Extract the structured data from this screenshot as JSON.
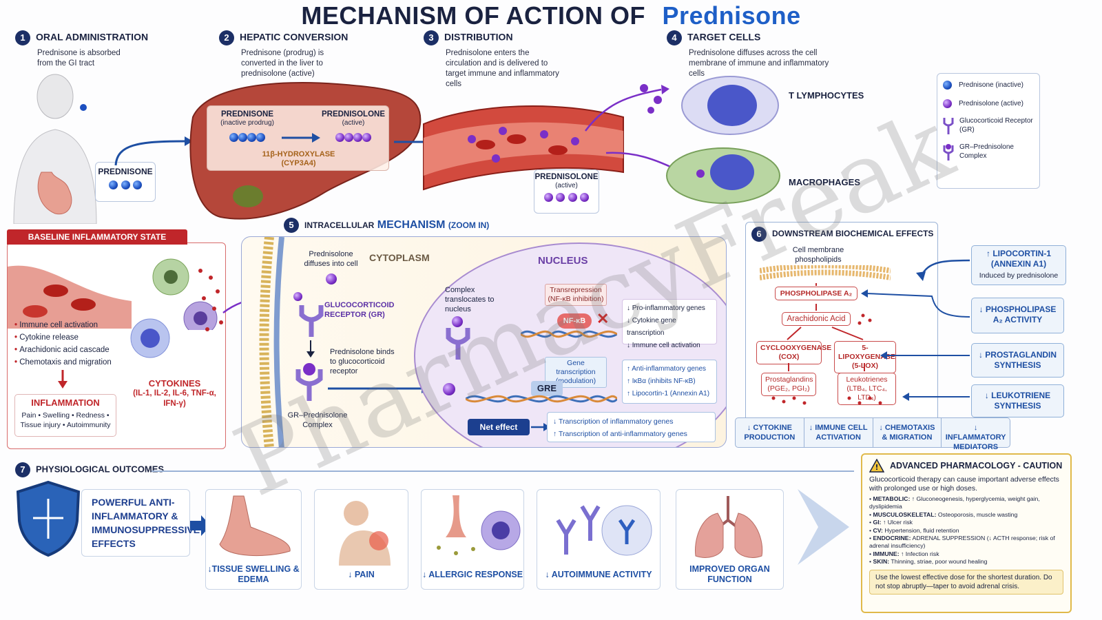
{
  "title": {
    "prefix": "MECHANISM OF ACTION OF",
    "drug": "Prednisone"
  },
  "watermark": "PharmacyFreak",
  "steps": {
    "s1": {
      "num": "1",
      "title": "ORAL ADMINISTRATION",
      "desc": "Prednisone is absorbed from the GI tract",
      "label": "PREDNISONE"
    },
    "s2": {
      "num": "2",
      "title": "HEPATIC CONVERSION",
      "desc": "Prednisone (prodrug) is converted in the liver to prednisolone (active)",
      "in_label": "PREDNISONE",
      "in_sub": "(inactive prodrug)",
      "out_label": "PREDNISOLONE",
      "out_sub": "(active)",
      "enzyme": "11β-HYDROXYLASE",
      "enzyme_sub": "(CYP3A4)"
    },
    "s3": {
      "num": "3",
      "title": "DISTRIBUTION",
      "desc": "Prednisolone enters the circulation and is delivered to target immune and inflammatory cells",
      "label": "PREDNISOLONE",
      "sub": "(active)"
    },
    "s4": {
      "num": "4",
      "title": "TARGET CELLS",
      "desc": "Prednisolone diffuses across the cell membrane of immune and inflammatory cells",
      "cell1": "T LYMPHOCYTES",
      "cell2": "MACROPHAGES"
    }
  },
  "legend": [
    {
      "icon": "blue-dot",
      "label": "Prednisone (inactive)"
    },
    {
      "icon": "purple-dot",
      "label": "Prednisolone (active)"
    },
    {
      "icon": "receptor",
      "label": "Glucocorticoid Receptor (GR)"
    },
    {
      "icon": "complex",
      "label": "GR–Prednisolone Complex"
    }
  ],
  "baseline": {
    "title": "BASELINE INFLAMMATORY STATE",
    "items": [
      "Immune cell activation",
      "Cytokine release",
      "Arachidonic acid cascade",
      "Chemotaxis and migration"
    ],
    "cytokines_title": "CYTOKINES",
    "cytokines": "(IL-1, IL-2, IL-6, TNF-α, IFN-γ)",
    "inflammation": "INFLAMMATION",
    "inflammation_desc": "Pain • Swelling • Redness • Tissue injury • Autoimmunity"
  },
  "intracellular": {
    "num": "5",
    "title_a": "INTRACELLULAR",
    "title_b": "MECHANISM",
    "title_c": "(ZOOM IN)",
    "cytoplasm": "CYTOPLASM",
    "nucleus": "NUCLEUS",
    "diffuses": "Prednisolone diffuses into cell",
    "gr": "GLUCOCORTICOID RECEPTOR (GR)",
    "binds": "Prednisolone binds to glucocorticoid receptor",
    "complex": "GR–Prednisolone Complex",
    "translocates": "Complex translocates to nucleus",
    "transrepression": "Transrepression",
    "transrepression_sub": "(NF-κB inhibition)",
    "nfkb": "NF-κB",
    "repress": [
      "↓ Pro-inflammatory genes",
      "↓ Cytokine gene transcription",
      "↓ Immune cell activation"
    ],
    "gene_tx": "Gene transcription",
    "gene_tx_sub": "(modulation)",
    "gre": "GRE",
    "activate": [
      "↑ Anti-inflammatory genes",
      "↑ IκBα (inhibits NF-κB)",
      "↑ Lipocortin-1 (Annexin A1)"
    ],
    "net_effect": "Net effect",
    "net": [
      "↓ Transcription of inflammatory genes",
      "↑ Transcription of anti-inflammatory genes"
    ]
  },
  "downstream": {
    "num": "6",
    "title": "DOWNSTREAM BIOCHEMICAL EFFECTS",
    "membrane": "Cell membrane phospholipids",
    "pla2": "PHOSPHOLIPASE A₂",
    "aa": "Arachidonic Acid",
    "cox": "CYCLOOXYGENASE",
    "cox_sub": "(COX)",
    "lox": "5-LIPOXYGENASE",
    "lox_sub": "(5-LOX)",
    "pg": "Prostaglandins",
    "pg_sub": "(PGE₂, PGI₂)",
    "lt": "Leukotrienes",
    "lt_sub": "(LTB₄, LTC₄, LTD₄)",
    "side": [
      {
        "main": "↑ LIPOCORTIN-1 (ANNEXIN A1)",
        "sub": "Induced by prednisolone"
      },
      {
        "main": "↓ PHOSPHOLIPASE A₂ ACTIVITY",
        "sub": ""
      },
      {
        "main": "↓ PROSTAGLANDIN SYNTHESIS",
        "sub": ""
      },
      {
        "main": "↓ LEUKOTRIENE SYNTHESIS",
        "sub": ""
      }
    ],
    "bottom": [
      "↓ CYTOKINE PRODUCTION",
      "↓ IMMUNE CELL ACTIVATION",
      "↓ CHEMOTAXIS & MIGRATION",
      "↓ INFLAMMATORY MEDIATORS"
    ]
  },
  "outcomes": {
    "num": "7",
    "title": "PHYSIOLOGICAL OUTCOMES",
    "main": "POWERFUL ANTI-INFLAMMATORY & IMMUNOSUPPRESSIVE EFFECTS",
    "items": [
      "↓TISSUE SWELLING & EDEMA",
      "↓ PAIN",
      "↓ ALLERGIC RESPONSE",
      "↓ AUTOIMMUNE ACTIVITY",
      "IMPROVED ORGAN FUNCTION"
    ]
  },
  "caution": {
    "title": "ADVANCED PHARMACOLOGY - CAUTION",
    "intro": "Glucocorticoid therapy can cause important adverse effects with prolonged use or high doses.",
    "items": [
      {
        "k": "METABOLIC:",
        "v": "↑ Gluconeogenesis, hyperglycemia, weight gain, dyslipidemia"
      },
      {
        "k": "MUSCULOSKELETAL:",
        "v": "Osteoporosis, muscle wasting"
      },
      {
        "k": "GI:",
        "v": "↑ Ulcer risk"
      },
      {
        "k": "CV:",
        "v": "Hypertension, fluid retention"
      },
      {
        "k": "ENDOCRINE:",
        "v": "ADRENAL SUPPRESSION (↓ ACTH response; risk of adrenal insufficiency)"
      },
      {
        "k": "IMMUNE:",
        "v": "↑ Infection risk"
      },
      {
        "k": "SKIN:",
        "v": "Thinning, striae, poor wound healing"
      }
    ],
    "note": "Use the lowest effective dose for the shortest duration. Do not stop abruptly—taper to avoid adrenal crisis."
  },
  "colors": {
    "navy": "#1a2240",
    "blue": "#1e4fa3",
    "red": "#c0262a",
    "purple": "#7a2fc7"
  }
}
